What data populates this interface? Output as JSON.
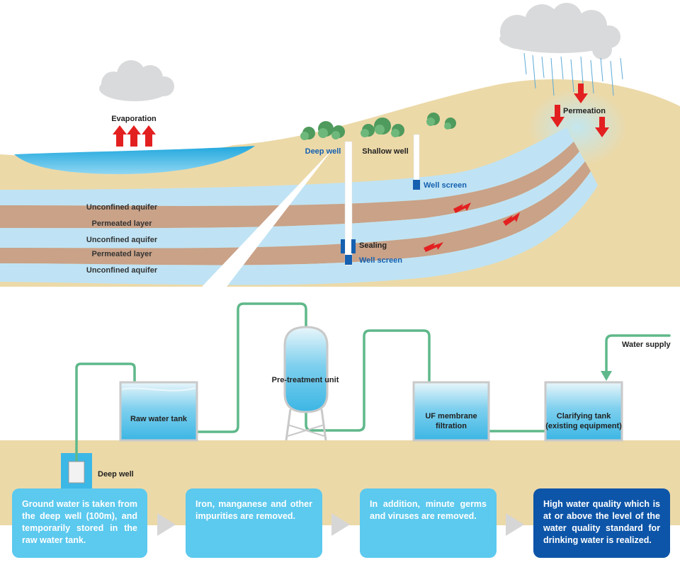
{
  "top_section": {
    "evaporation": "Evaporation",
    "permeation": "Permeation",
    "deep_well": "Deep well",
    "shallow_well": "Shallow well",
    "well_screen_upper": "Well screen",
    "sealing": "Sealing",
    "well_screen_lower": "Well screen",
    "layers": [
      "Unconfined aquifer",
      "Permeated layer",
      "Unconfined aquifer",
      "Permeated layer",
      "Unconfined aquifer"
    ]
  },
  "process": {
    "deep_well": "Deep well",
    "raw_water_tank": "Raw water tank",
    "pretreatment": "Pre-treatment unit",
    "uf_line1": "UF membrane",
    "uf_line2": "filtration",
    "clarifying_line1": "Clarifying tank",
    "clarifying_line2": "(existing equipment)",
    "water_supply": "Water supply"
  },
  "steps": [
    {
      "text": "Ground water is taken from the deep well (100m), and temporarily stored in the raw water tank."
    },
    {
      "text": "Iron, manganese and other impurities are removed."
    },
    {
      "text": "In addition, minute germs and viruses are removed."
    },
    {
      "text": "High water quality which is at or above the level of the water quality standard for drinking water is realized."
    }
  ],
  "colors": {
    "ground": "#ecd9a8",
    "sea": "#3cb8e6",
    "aquifer": "#bfe3f4",
    "permeated": "#c9a288",
    "pipe": "#5fb88a",
    "arrow": "#e32020",
    "step_light": "#5cc9ee",
    "step_dark": "#0d55a8",
    "label_blue": "#1560b0"
  }
}
